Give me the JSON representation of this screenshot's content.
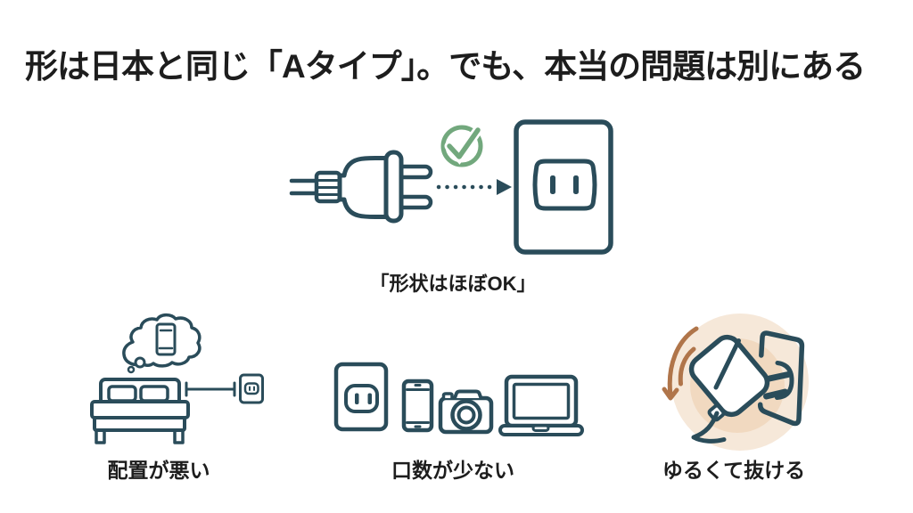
{
  "slide": {
    "title": "形は日本と同じ「Aタイプ」。でも、本当の問題は別にある",
    "hero": {
      "caption": "「形状はほぼOK」",
      "icons": [
        "plug-icon",
        "check-circle-icon",
        "dotted-arrow-icon",
        "outlet-icon"
      ]
    },
    "problems": [
      {
        "caption": "配置が悪い",
        "icon": "bed-far-from-outlet-icon"
      },
      {
        "caption": "口数が少ない",
        "icon": "one-outlet-many-devices-icon"
      },
      {
        "caption": "ゆるくて抜ける",
        "icon": "loose-adapter-icon"
      }
    ],
    "colors": {
      "ink": "#2a4c5a",
      "green": "#72a87d",
      "brown": "#b0754a",
      "peach_outer": "#f6e8d9",
      "peach_inner": "#f1d9c0",
      "text": "#1d1d1d",
      "background": "#ffffff"
    }
  }
}
